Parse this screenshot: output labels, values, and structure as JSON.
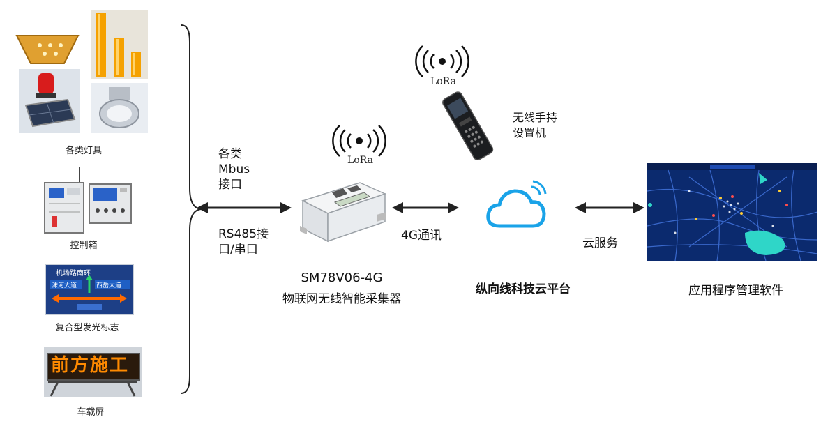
{
  "devices": {
    "lamps_label": "各类灯具",
    "control_box_label": "控制箱",
    "sign_label": "复合型发光标志",
    "sign_text_top": "机场路南环",
    "sign_text_left": "沫河大道",
    "sign_text_right": "西岳大道",
    "vehicle_screen_label": "车载屏",
    "vehicle_screen_text": "前方施工"
  },
  "interfaces": {
    "mbus_label": "各类\nMbus\n接口",
    "rs485_label": "RS485接\n口/串口"
  },
  "collector": {
    "lora_label": "LoRa",
    "model": "SM78V06-4G",
    "name": "物联网无线智能采集器"
  },
  "handheld": {
    "lora_label": "LoRa",
    "name": "无线手持\n设置机"
  },
  "cloud": {
    "link_label": "4G通讯",
    "name": "纵向线科技云平台"
  },
  "software": {
    "link_label": "云服务",
    "name": "应用程序管理软件"
  },
  "colors": {
    "lamp_amber": "#f5a100",
    "cloud_blue": "#1aa3e8",
    "map_bg": "#0b2a6e",
    "sign_blue": "#1f4fa0",
    "led_orange": "#ff8a00"
  }
}
